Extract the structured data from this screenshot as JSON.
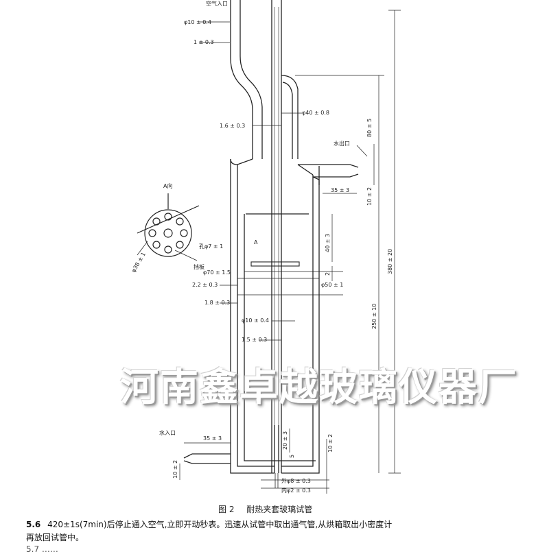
{
  "figure": {
    "number": "图 2",
    "title": "耐热夹套玻璃试管"
  },
  "labels": {
    "top_cut": "空气入口",
    "d10_top": "φ10 ± 0.4",
    "t1": "1 ± 0.3",
    "d40": "φ40 ± 0.8",
    "t16_top": "1.6 ± 0.3",
    "dim80": "80 ± 5",
    "water_out": "水出口",
    "dim35_top": "35 ± 3",
    "dim10_right": "10 ± 2",
    "a_view": "A向",
    "hole": "孔φ7 ± 1",
    "d38": "φ38 ± 1",
    "baffle": "挡板",
    "a_mark": "A",
    "dim40": "40 ± 3",
    "dim2": "2",
    "d70": "φ70 ± 1.5",
    "d50": "φ50 ± 1",
    "t22": "2.2 ± 0.3",
    "t18": "1.8 ± 0.3",
    "dim380": "380 ± 20",
    "dim250": "250 ± 10",
    "d10_mid": "φ10 ± 0.4",
    "t15": "1.5 ± 0.3",
    "water_in": "水入口",
    "dim35_bottom": "35 ± 3",
    "dim20": "20 ± 3",
    "dim5": "5",
    "dim10_low": "10 ± 2",
    "dim10_left": "10 ± 2",
    "outer8": "外φ8 ± 0.3",
    "inner2": "内φ2 ± 0.3"
  },
  "watermark": "河南鑫卓越玻璃仪器厂",
  "text": {
    "section_num": "5.6",
    "line1": "420±1s(7min)后停止通入空气,立即开动秒表。迅速从试管中取出通气管,从烘箱取出小密度计",
    "line2": "再放回试管中。",
    "line3": "5.7 ……"
  }
}
